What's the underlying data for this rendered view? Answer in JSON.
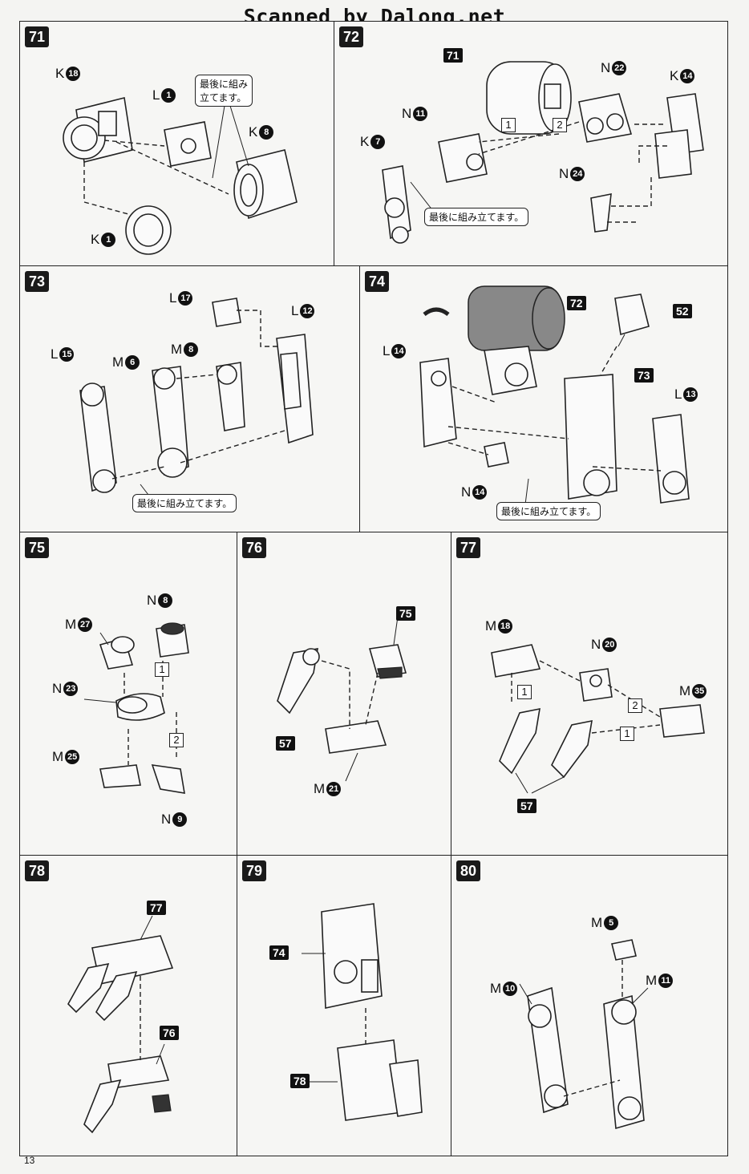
{
  "watermark": "Scanned by Dalong.net",
  "page_number": "13",
  "note_text": "最後に組み立てます。",
  "note_text_wrapped": [
    "最後に組み",
    "立てます。"
  ],
  "steps": {
    "s71": {
      "num": "71",
      "labels": [
        [
          "L",
          "1"
        ],
        [
          "K",
          "18"
        ],
        [
          "K",
          "8"
        ],
        [
          "K",
          "1"
        ]
      ]
    },
    "s72": {
      "num": "72",
      "ref": "71",
      "labels": [
        [
          "N",
          "11"
        ],
        [
          "K",
          "7"
        ],
        [
          "N",
          "22"
        ],
        [
          "K",
          "14"
        ],
        [
          "N",
          "24"
        ]
      ],
      "order": [
        "1",
        "2"
      ]
    },
    "s73": {
      "num": "73",
      "labels": [
        [
          "L",
          "17"
        ],
        [
          "L",
          "12"
        ],
        [
          "L",
          "15"
        ],
        [
          "M",
          "6"
        ],
        [
          "M",
          "8"
        ]
      ]
    },
    "s74": {
      "num": "74",
      "refs": [
        "72",
        "52",
        "73"
      ],
      "labels": [
        [
          "L",
          "14"
        ],
        [
          "L",
          "13"
        ],
        [
          "N",
          "14"
        ]
      ]
    },
    "s75": {
      "num": "75",
      "labels": [
        [
          "N",
          "8"
        ],
        [
          "M",
          "27"
        ],
        [
          "N",
          "23"
        ],
        [
          "M",
          "25"
        ],
        [
          "N",
          "9"
        ]
      ],
      "order": [
        "1",
        "2"
      ]
    },
    "s76": {
      "num": "76",
      "refs": [
        "75",
        "57"
      ],
      "labels": [
        [
          "M",
          "21"
        ]
      ]
    },
    "s77": {
      "num": "77",
      "refs": [
        "57"
      ],
      "labels": [
        [
          "M",
          "18"
        ],
        [
          "N",
          "20"
        ],
        [
          "M",
          "35"
        ]
      ],
      "order": [
        "1",
        "2",
        "1"
      ]
    },
    "s78": {
      "num": "78",
      "refs": [
        "77",
        "76"
      ]
    },
    "s79": {
      "num": "79",
      "refs": [
        "74",
        "78"
      ]
    },
    "s80": {
      "num": "80",
      "labels": [
        [
          "M",
          "5"
        ],
        [
          "M",
          "10"
        ],
        [
          "M",
          "11"
        ]
      ]
    }
  }
}
